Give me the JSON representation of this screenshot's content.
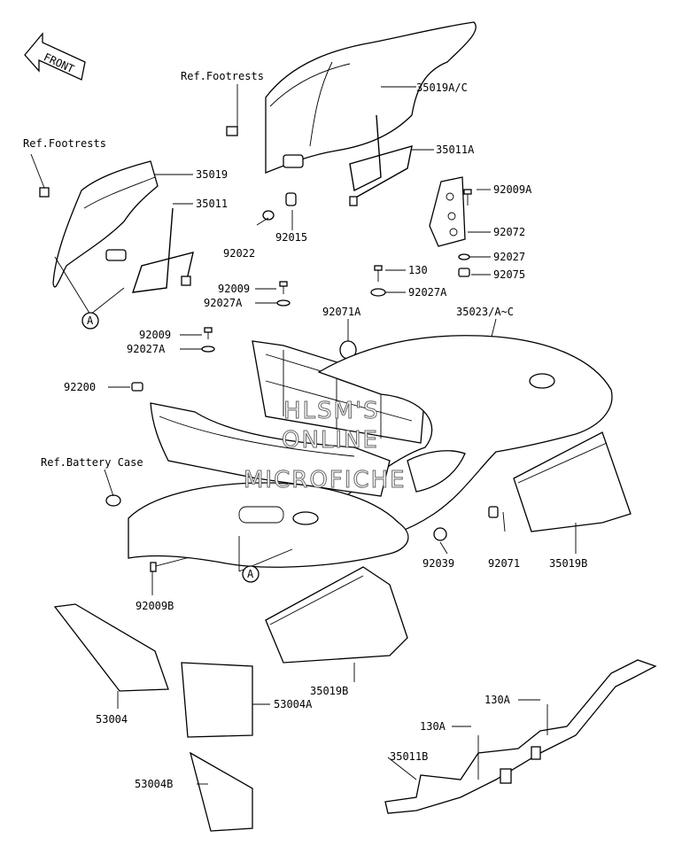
{
  "front_arrow": "FRONT",
  "watermark": [
    "HLSM'S",
    "ONLINE",
    "MICROFICHE"
  ],
  "callout": "A",
  "labels": {
    "ref_footrests_1": "Ref.Footrests",
    "ref_footrests_2": "Ref.Footrests",
    "ref_battery": "Ref.Battery Case",
    "p35019ac": "35019A/C",
    "p35011a": "35011A",
    "p35019": "35019",
    "p35011": "35011",
    "p92015": "92015",
    "p92022": "92022",
    "p92009a": "92009A",
    "p92072": "92072",
    "p92027": "92027",
    "p92075": "92075",
    "p130": "130",
    "p92027a_r": "92027A",
    "p92009_1": "92009",
    "p92027a_1": "92027A",
    "p92071a": "92071A",
    "p35023": "35023/A~C",
    "p92009_2": "92009",
    "p92027a_2": "92027A",
    "p92200": "92200",
    "p92071": "92071",
    "p35019b_r": "35019B",
    "p92039": "92039",
    "p92009b": "92009B",
    "p35019b_b": "35019B",
    "p53004": "53004",
    "p53004a": "53004A",
    "p53004b": "53004B",
    "p130a_1": "130A",
    "p130a_2": "130A",
    "p35011b": "35011B"
  }
}
